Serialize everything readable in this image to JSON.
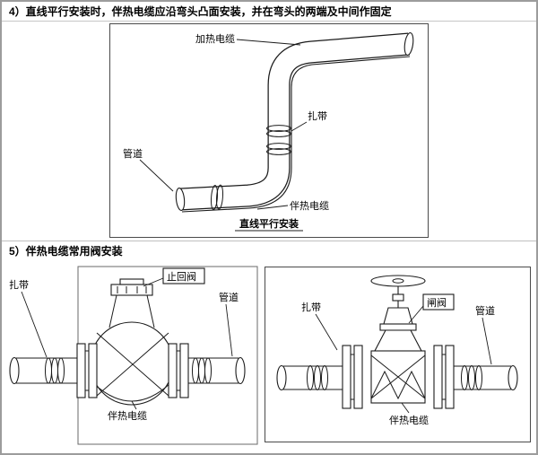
{
  "sections": [
    {
      "heading": "4）直线平行安装时，伴热电缆应沿弯头凸面安装，并在弯头的两端及中间作固定",
      "diagram": {
        "labels": {
          "heating_cable": "加热电缆",
          "cable_tie": "扎带",
          "pipe": "管道",
          "trace_cable": "伴热电缆"
        },
        "caption": "直线平行安装"
      }
    },
    {
      "heading": "5）伴热电缆常用阀安装",
      "diagrams": [
        {
          "type": "check-valve",
          "labels": {
            "valve": "止回阀",
            "cable_tie": "扎带",
            "pipe": "管道",
            "trace_cable": "伴热电缆"
          }
        },
        {
          "type": "gate-valve",
          "labels": {
            "valve": "闸阀",
            "cable_tie": "扎带",
            "pipe": "管道",
            "trace_cable": "伴热电缆"
          }
        }
      ]
    }
  ]
}
